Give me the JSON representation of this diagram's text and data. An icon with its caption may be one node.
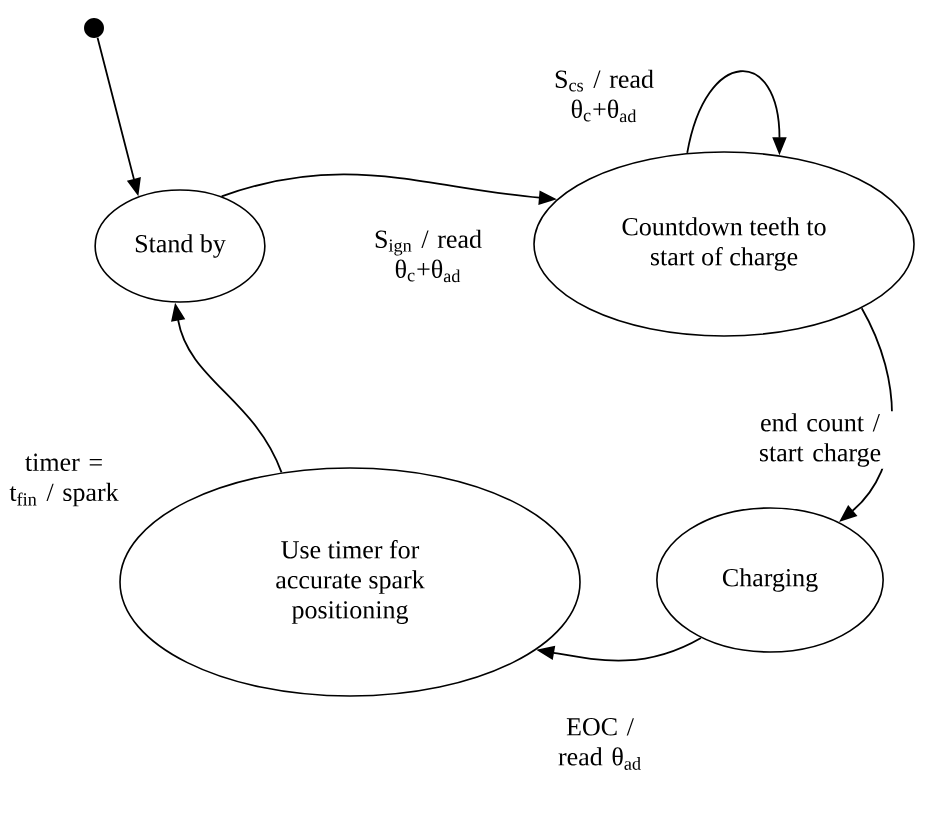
{
  "diagram": {
    "nodes": [
      {
        "text": [],
        "shape": "circle"
      },
      {
        "text": [
          "Stand by"
        ]
      },
      {
        "text": [
          "Countdown teeth to start of charge"
        ]
      },
      {
        "text": [
          "Charging"
        ]
      },
      {
        "text": [
          "Use timer for accurate spark positioning"
        ]
      }
    ],
    "edges": [
      {
        "from": 0,
        "to": 1,
        "arrow": "to"
      },
      {
        "from": 1,
        "to": 2,
        "arrow": "to",
        "label": "S$_{ign}$ / read θ$_{c}$+θ$_{ad}$"
      },
      {
        "from": 2,
        "to": 2,
        "arrow": "to",
        "label": "S$_{cs}$ / read θ$_{c}$+θ$_{ad}$"
      },
      {
        "from": 2,
        "to": 3,
        "arrow": "to",
        "label": "end count / start charge"
      },
      {
        "from": 3,
        "to": 4,
        "arrow": "to",
        "label": "EOC / read θ$_{ad}$"
      },
      {
        "from": 4,
        "to": 1,
        "arrow": "to",
        "label": "timer = t$_{fin}$ / spark"
      }
    ]
  }
}
